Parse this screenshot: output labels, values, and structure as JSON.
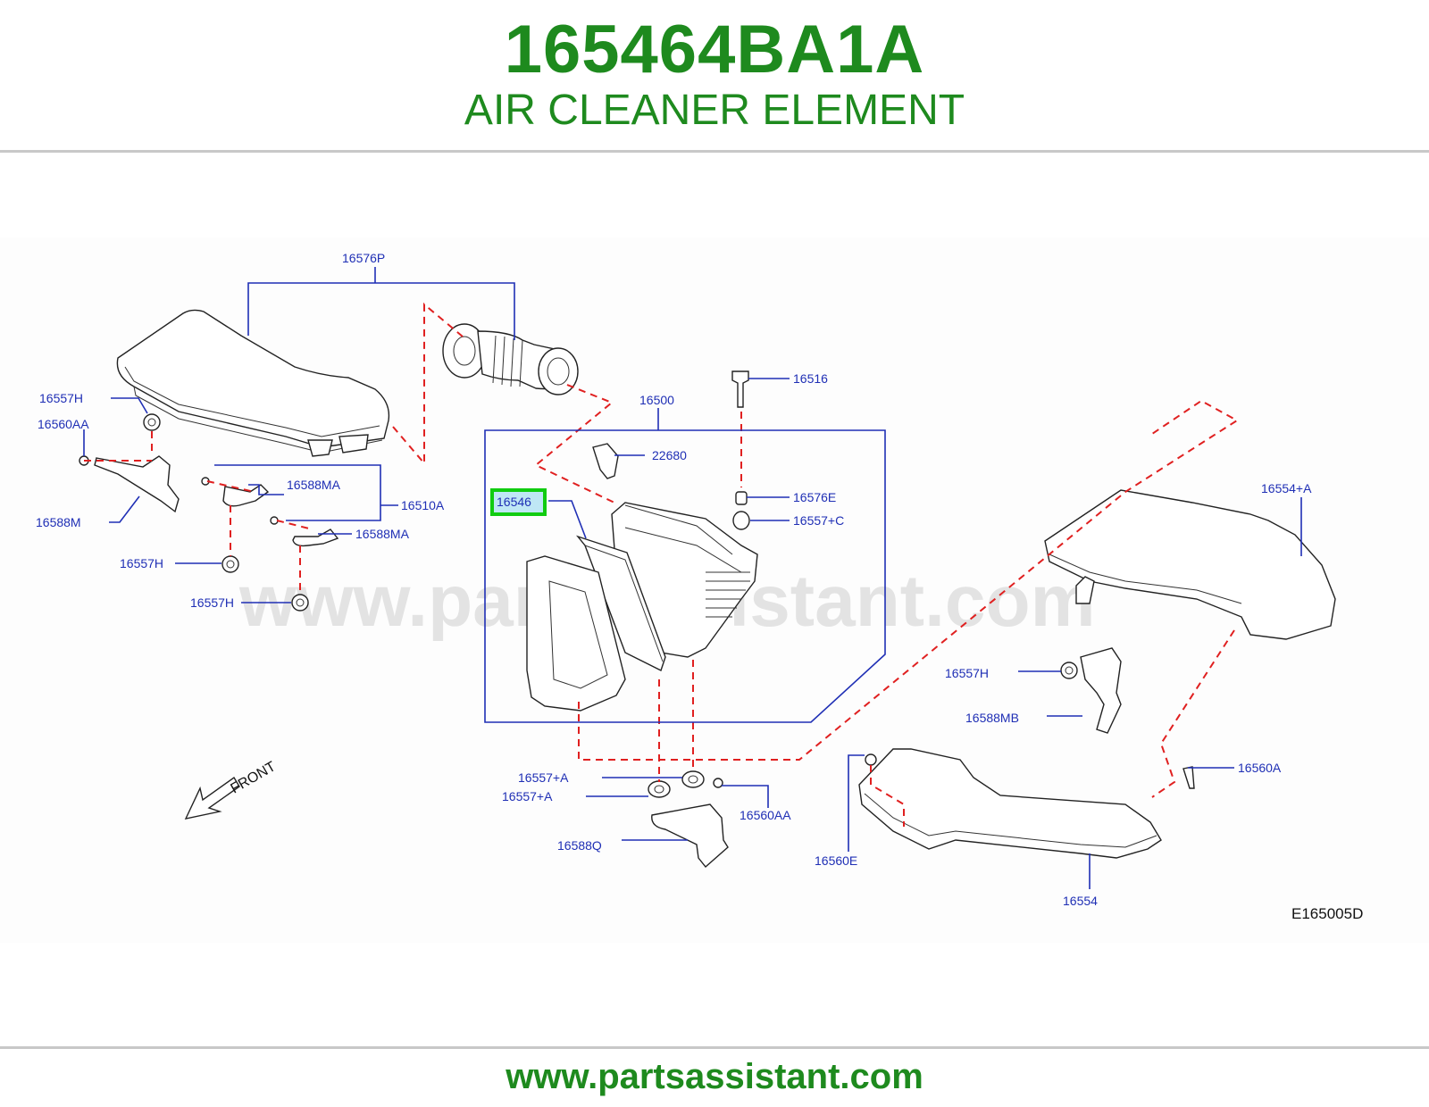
{
  "header": {
    "part_number": "165464BA1A",
    "part_name": "AIR CLEANER ELEMENT"
  },
  "watermark": "www.partsassistant.com",
  "diagram": {
    "highlighted": "16546",
    "reference": "E165005D",
    "front_label": "FRONT",
    "callouts": {
      "c16576P": "16576P",
      "c16516": "16516",
      "c16500": "16500",
      "c22680": "22680",
      "c16546": "16546",
      "c16576E": "16576E",
      "c16557C": "16557+C",
      "c16554A": "16554+A",
      "c16557H_1": "16557H",
      "c16560AA_1": "16560AA",
      "c16588MA_1": "16588MA",
      "c16510A": "16510A",
      "c16588M": "16588M",
      "c16588MA_2": "16588MA",
      "c16557H_2": "16557H",
      "c16557H_3": "16557H",
      "c16557H_4": "16557H",
      "c16588MB": "16588MB",
      "c16560A": "16560A",
      "c16557A_1": "16557+A",
      "c16557A_2": "16557+A",
      "c16560AA_2": "16560AA",
      "c16588Q": "16588Q",
      "c16560E": "16560E",
      "c16554": "16554"
    }
  },
  "footer": {
    "url": "www.partsassistant.com"
  },
  "colors": {
    "title_green": "#1e8a1e",
    "callout_blue": "#1f2fb5",
    "dash_red": "#e02020",
    "highlight_border": "#11cc11",
    "highlight_fill": "#bfe7f5"
  }
}
